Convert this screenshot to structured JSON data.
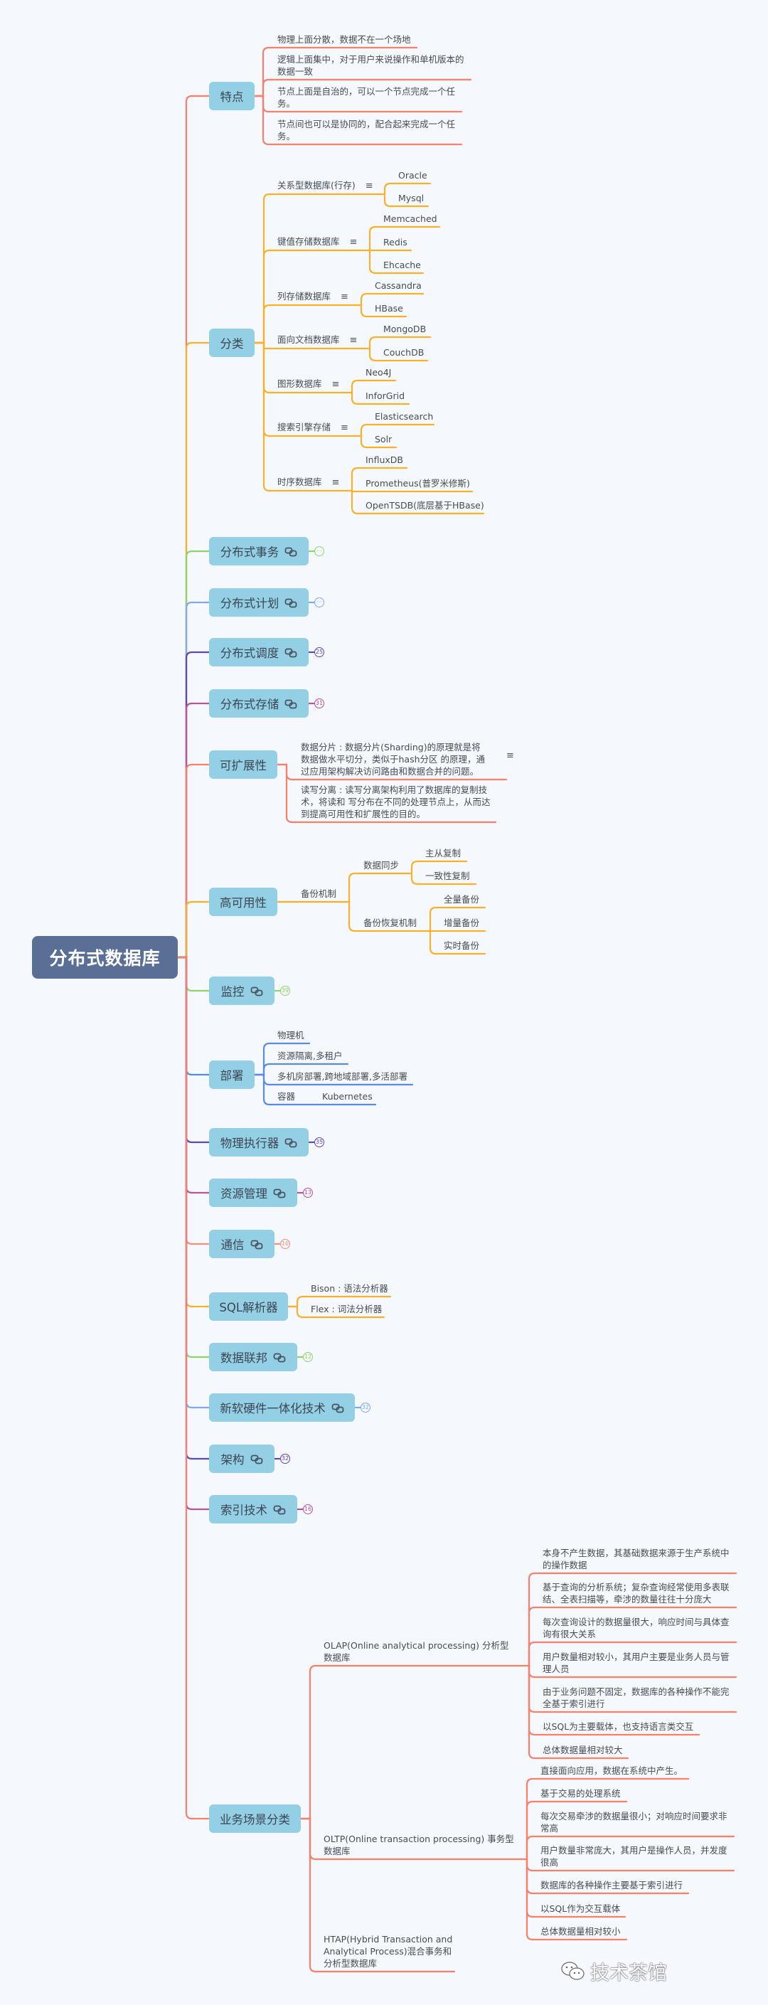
{
  "root": {
    "label": "分布式数据库"
  },
  "branches": [
    {
      "label": "特点",
      "color": "#f87e6e",
      "children": [
        {
          "label": "物理上面分散，数据不在一个场地"
        },
        {
          "label": "逻辑上面集中，对于用户来说操作和单机版本的数据一致"
        },
        {
          "label": "节点上面是自治的，可以一个节点完成一个任务。"
        },
        {
          "label": "节点间也可以是协同的，配合起来完成一个任务。"
        }
      ]
    },
    {
      "label": "分类",
      "color": "#f8b12c",
      "children": [
        {
          "label": "关系型数据库(行存)",
          "note_icon": "notes-icon",
          "children": [
            {
              "label": "Oracle"
            },
            {
              "label": "Mysql"
            }
          ]
        },
        {
          "label": "键值存储数据库",
          "note_icon": "notes-icon",
          "children": [
            {
              "label": "Memcached"
            },
            {
              "label": "Redis"
            },
            {
              "label": "Ehcache"
            }
          ]
        },
        {
          "label": "列存储数据库",
          "note_icon": "notes-icon",
          "children": [
            {
              "label": "Cassandra"
            },
            {
              "label": "HBase"
            }
          ]
        },
        {
          "label": "面向文档数据库",
          "note_icon": "notes-icon",
          "children": [
            {
              "label": "MongoDB"
            },
            {
              "label": "CouchDB"
            }
          ]
        },
        {
          "label": "图形数据库",
          "note_icon": "notes-icon",
          "children": [
            {
              "label": "Neo4J"
            },
            {
              "label": "InforGrid"
            }
          ]
        },
        {
          "label": "搜索引擎存储",
          "note_icon": "notes-icon",
          "children": [
            {
              "label": "Elasticsearch"
            },
            {
              "label": "Solr"
            }
          ]
        },
        {
          "label": "时序数据库",
          "note_icon": "notes-icon",
          "children": [
            {
              "label": "InfluxDB"
            },
            {
              "label": "Prometheus(普罗米修斯)"
            },
            {
              "label": "OpenTSDB(底层基于HBase)"
            }
          ]
        }
      ]
    },
    {
      "label": "分布式事务",
      "color": "#8ed46b",
      "badge": "···"
    },
    {
      "label": "分布式计划",
      "color": "#80a8f0",
      "badge": "···"
    },
    {
      "label": "分布式调度",
      "color": "#6048b0",
      "badge": "25"
    },
    {
      "label": "分布式存储",
      "color": "#b9529f",
      "badge": "31"
    },
    {
      "label": "可扩展性",
      "color": "#f87e6e",
      "children": [
        {
          "label": "数据分片 : 数据分片(Sharding)的原理就是将数据做水平切分，类似于hash分区 的原理，通过应用架构解决访问路由和数据合并的问题。",
          "note_icon": "notes-icon"
        },
        {
          "label": "读写分离 : 读写分离架构利用了数据库的复制技术，将读和 写分布在不同的处理节点上，从而达到提高可用性和扩展性的目的。"
        }
      ]
    },
    {
      "label": "高可用性",
      "color": "#f8b12c",
      "children": [
        {
          "label": "备份机制",
          "children": [
            {
              "label": "数据同步",
              "children": [
                {
                  "label": "主从复制"
                },
                {
                  "label": "一致性复制"
                }
              ]
            },
            {
              "label": "备份恢复机制",
              "children": [
                {
                  "label": "全量备份"
                },
                {
                  "label": "增量备份"
                },
                {
                  "label": "实时备份"
                }
              ]
            }
          ]
        }
      ]
    },
    {
      "label": "监控",
      "color": "#8ed46b",
      "badge": "39"
    },
    {
      "label": "部署",
      "color": "#5b8be0",
      "children": [
        {
          "label": "物理机"
        },
        {
          "label": "资源隔离,多租户"
        },
        {
          "label": "多机房部署,跨地域部署,多活部署"
        },
        {
          "label": "容器",
          "children": [
            {
              "label": "Kubernetes"
            }
          ]
        }
      ]
    },
    {
      "label": "物理执行器",
      "color": "#6048b0",
      "badge": "35"
    },
    {
      "label": "资源管理",
      "color": "#b9529f",
      "badge": "13"
    },
    {
      "label": "通信",
      "color": "#f88c7c",
      "badge": "16"
    },
    {
      "label": "SQL解析器",
      "color": "#f8b12c",
      "children": [
        {
          "label": "Bison : 语法分析器"
        },
        {
          "label": "Flex : 词法分析器"
        }
      ]
    },
    {
      "label": "数据联邦",
      "color": "#8ed46b",
      "badge": "12"
    },
    {
      "label": "新软硬件一体化技术",
      "color": "#80a8f0",
      "badge": "32"
    },
    {
      "label": "架构",
      "color": "#6048b0",
      "badge": "32"
    },
    {
      "label": "索引技术",
      "color": "#b9529f",
      "badge": "16"
    },
    {
      "label": "业务场景分类",
      "color": "#f87e6e",
      "children": [
        {
          "label": "OLAP(Online analytical processing) 分析型数据库",
          "children": [
            {
              "label": "本身不产生数据，其基础数据来源于生产系统中的操作数据"
            },
            {
              "label": "基于查询的分析系统；复杂查询经常使用多表联结、全表扫描等，牵涉的数量往往十分庞大"
            },
            {
              "label": "每次查询设计的数据量很大，响应时间与具体查询有很大关系"
            },
            {
              "label": "用户数量相对较小，其用户主要是业务人员与管理人员"
            },
            {
              "label": "由于业务问题不固定，数据库的各种操作不能完全基于索引进行"
            },
            {
              "label": "以SQL为主要载体，也支持语言类交互"
            },
            {
              "label": "总体数据量相对较大"
            }
          ]
        },
        {
          "label": "OLTP(Online transaction processing) 事务型数据库",
          "children": [
            {
              "label": "直接面向应用，数据在系统中产生。"
            },
            {
              "label": "基于交易的处理系统"
            },
            {
              "label": "每次交易牵涉的数据量很小；对响应时间要求非常高"
            },
            {
              "label": "用户数量非常庞大，其用户是操作人员，并发度很高"
            },
            {
              "label": "数据库的各种操作主要基于索引进行"
            },
            {
              "label": "以SQL作为交互载体"
            },
            {
              "label": "总体数据量相对较小"
            }
          ]
        },
        {
          "label": "HTAP(Hybrid Transaction and Analytical Process)混合事务和分析型数据库"
        }
      ]
    }
  ],
  "watermark": {
    "text": "技术茶馆",
    "icon": "wechat-icon"
  }
}
